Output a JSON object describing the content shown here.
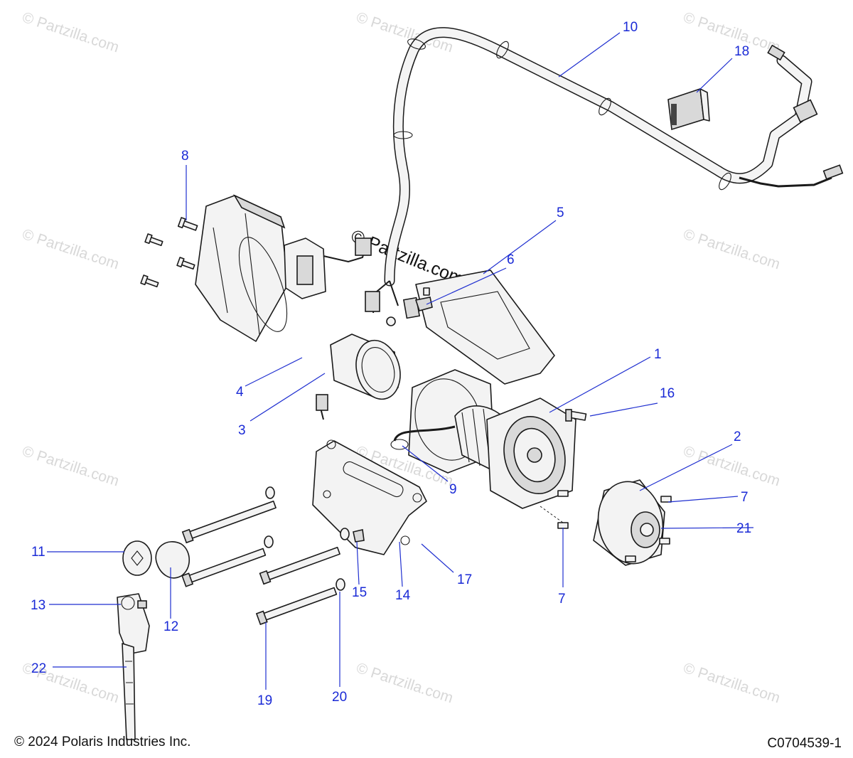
{
  "diagram": {
    "watermark_text": "© Partzilla.com",
    "center_watermark_text": "© Partzilla.com",
    "callouts": [
      {
        "key": "c1",
        "number": "1"
      },
      {
        "key": "c2",
        "number": "2"
      },
      {
        "key": "c3",
        "number": "3"
      },
      {
        "key": "c4",
        "number": "4"
      },
      {
        "key": "c5",
        "number": "5"
      },
      {
        "key": "c6",
        "number": "6"
      },
      {
        "key": "c7a",
        "number": "7"
      },
      {
        "key": "c7b",
        "number": "7"
      },
      {
        "key": "c8",
        "number": "8"
      },
      {
        "key": "c9",
        "number": "9"
      },
      {
        "key": "c10",
        "number": "10"
      },
      {
        "key": "c11",
        "number": "11"
      },
      {
        "key": "c12",
        "number": "12"
      },
      {
        "key": "c13",
        "number": "13"
      },
      {
        "key": "c14",
        "number": "14"
      },
      {
        "key": "c15",
        "number": "15"
      },
      {
        "key": "c16",
        "number": "16"
      },
      {
        "key": "c17",
        "number": "17"
      },
      {
        "key": "c18",
        "number": "18"
      },
      {
        "key": "c19",
        "number": "19"
      },
      {
        "key": "c20",
        "number": "20"
      },
      {
        "key": "c21",
        "number": "21"
      },
      {
        "key": "c22",
        "number": "22"
      }
    ],
    "colors": {
      "callout": "#1a2ad6",
      "line_art": "#1a1a1a",
      "watermark": "#d8d8d8"
    }
  },
  "footer": {
    "copyright": "© 2024 Polaris Industries Inc.",
    "figure_id": "C0704539-1"
  }
}
